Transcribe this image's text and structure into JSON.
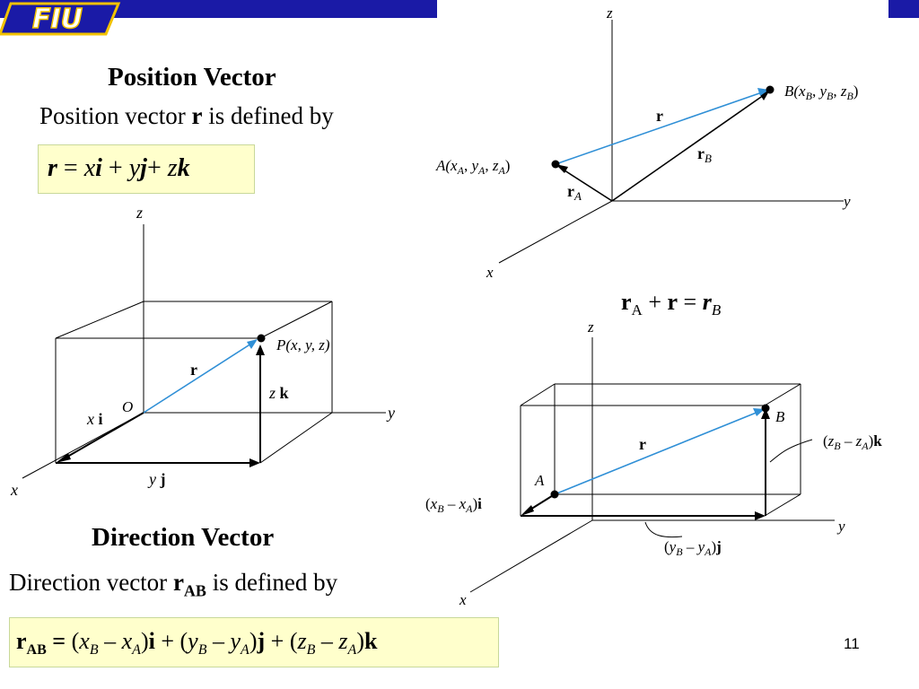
{
  "header": {
    "logo_text": "FIU",
    "bar_color": "#1a1aa6",
    "logo_colors": {
      "fill": "#1a1aa6",
      "outline": "#f2c200"
    }
  },
  "position": {
    "title": "Position Vector",
    "text_prefix": "Position vector ",
    "text_symbol": "r",
    "text_suffix": " is defined by",
    "equation": {
      "r": "r",
      "eq": " = ",
      "x": "x",
      "i": "i",
      "plus1": " + ",
      "y": "y",
      "j": "j",
      "plus2": "+ ",
      "z": "z",
      "k": "k"
    }
  },
  "direction": {
    "title": "Direction Vector",
    "text_prefix": "Direction vector ",
    "text_symbol": "r",
    "text_sub": "AB",
    "text_suffix": " is defined by",
    "equation": {
      "r": "r",
      "r_sub": "AB",
      "eq": " = ",
      "p1": "(",
      "x": "x",
      "xb": "B",
      "m1": " – ",
      "x2": "x",
      "xa": "A",
      "c1": ")",
      "i": "i",
      "plus1": " + (",
      "y": "y",
      "yb": "B",
      "m2": " – ",
      "y2": "y",
      "ya": "A",
      "c2": ")",
      "j": "j",
      "plus2": " + (",
      "z": "z",
      "zb": "B",
      "m3": " – ",
      "z2": "z",
      "za": "A",
      "c3": ")",
      "k": "k"
    }
  },
  "figure_box": {
    "axis_z": "z",
    "axis_y": "y",
    "axis_x": "x",
    "origin": "O",
    "point_label": "P(x, y, z)",
    "vector_label": "r",
    "zk_z": "z",
    "zk_k": "k",
    "xi_x": "x",
    "xi_i": "i",
    "yj_y": "y",
    "yj_j": "j"
  },
  "figure_ab": {
    "axis_z": "z",
    "axis_y": "y",
    "axis_x": "x",
    "point_b": {
      "name": "B(",
      "x": "x",
      "xs": "B",
      "sep1": ", ",
      "y": "y",
      "ys": "B",
      "sep2": ", ",
      "z": "z",
      "zs": "B",
      "close": ")"
    },
    "point_a": {
      "name": "A(",
      "x": "x",
      "xs": "A",
      "sep1": ", ",
      "y": "y",
      "ys": "A",
      "sep2": ", ",
      "z": "z",
      "zs": "A",
      "close": ")"
    },
    "vector_r": "r",
    "rb": "r",
    "rb_sub": "B",
    "ra": "r",
    "ra_sub": "A"
  },
  "relation": {
    "r1": "r",
    "s1": "A",
    "plus": " + ",
    "r2": "r",
    "eq": " = ",
    "r3": "r",
    "s3": "B"
  },
  "figure_ab_box": {
    "axis_z": "z",
    "axis_y": "y",
    "axis_x": "x",
    "a": "A",
    "b": "B",
    "r": "r",
    "dz": {
      "open": "(",
      "z1": "z",
      "s1": "B",
      "minus": " – ",
      "z2": "z",
      "s2": "A",
      "close": ")",
      "unit": "k"
    },
    "dy": {
      "open": "(",
      "y1": "y",
      "s1": "B",
      "minus": " – ",
      "y2": "y",
      "s2": "A",
      "close": ")",
      "unit": "j"
    },
    "dx": {
      "open": "(",
      "x1": "x",
      "s1": "B",
      "minus": " – ",
      "x2": "x",
      "s2": "A",
      "close": ")",
      "unit": "i"
    }
  },
  "slide": {
    "page_number": "11"
  },
  "colors": {
    "vector_blue": "#2f8fd6",
    "line": "#000000",
    "equation_bg": "#ffffcc"
  }
}
